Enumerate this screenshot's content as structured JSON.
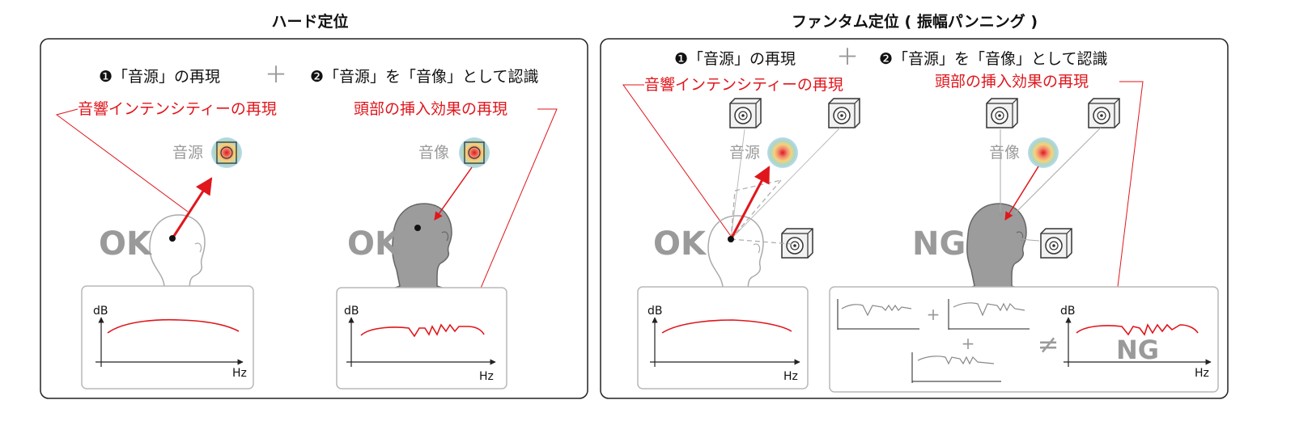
{
  "colors": {
    "accent_red": "#e0161c",
    "gray": "#9a9a9a",
    "panel_border": "#222222",
    "graph_border": "#b8b8b8"
  },
  "left_panel": {
    "title": "ハード定位",
    "step1": "❶「音源」の再現",
    "plus": "＋",
    "step2": "❷「音源」を「音像」として認識",
    "red_label_1": "音響インテンシティーの再現",
    "red_label_2": "頭部の挿入効果の再現",
    "source_label": "音源",
    "image_label": "音像",
    "ok_label_1": "OK",
    "ok_label_2": "OK",
    "graph_1": {
      "ylabel": "dB",
      "xlabel": "Hz"
    },
    "graph_2": {
      "ylabel": "dB",
      "xlabel": "Hz"
    }
  },
  "right_panel": {
    "title": "ファンタム定位 ( 振幅パンニング )",
    "step1": "❶「音源」の再現",
    "plus": "＋",
    "step2": "❷「音源」を「音像」として認識",
    "red_label_1": "音響インテンシティーの再現",
    "red_label_2": "頭部の挿入効果の再現",
    "source_label": "音源",
    "image_label": "音像",
    "ok_label": "OK",
    "ng_label": "NG",
    "ng_graph_label": "NG",
    "not_equal": "≠",
    "small_plus_1": "+",
    "small_plus_2": "+",
    "graph_1": {
      "ylabel": "dB",
      "xlabel": "Hz"
    },
    "graph_2": {
      "ylabel": "dB",
      "xlabel": "Hz"
    }
  },
  "icons": [
    "speaker-icon",
    "head-icon",
    "sound-source-icon",
    "sound-image-icon"
  ]
}
